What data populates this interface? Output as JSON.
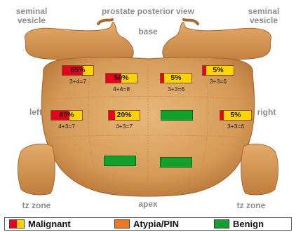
{
  "labels": {
    "title": "prostate posterior view",
    "seminal_left": "seminal\nvesicle",
    "seminal_right": "seminal\nvesicle",
    "base": "base",
    "left": "left",
    "right": "right",
    "apex": "apex",
    "tz_left": "tz zone",
    "tz_right": "tz zone"
  },
  "cores": [
    {
      "type": "malignant",
      "percent": 0.65,
      "percent_label": "65%",
      "gleason": "3+4=7"
    },
    {
      "type": "malignant",
      "percent": 0.5,
      "percent_label": "50%",
      "gleason": "4+4=8"
    },
    {
      "type": "malignant",
      "percent": 0.05,
      "percent_label": "5%",
      "gleason": "3+3=6"
    },
    {
      "type": "malignant",
      "percent": 0.05,
      "percent_label": "5%",
      "gleason": "3+3=6"
    },
    {
      "type": "malignant",
      "percent": 0.6,
      "percent_label": "60%",
      "gleason": "4+3=7"
    },
    {
      "type": "malignant",
      "percent": 0.2,
      "percent_label": "20%",
      "gleason": "4+3=7"
    },
    {
      "type": "benign"
    },
    {
      "type": "malignant",
      "percent": 0.05,
      "percent_label": "5%",
      "gleason": "3+3=6"
    },
    {
      "type": "benign"
    },
    {
      "type": "benign"
    }
  ],
  "legend": [
    {
      "label": "Malignant",
      "swatch": "malignant"
    },
    {
      "label": "Atypia/PIN",
      "swatch": "atypia"
    },
    {
      "label": "Benign",
      "swatch": "benign"
    }
  ],
  "colors": {
    "malignant": "#e8001c",
    "malignant_rest": "#ffd200",
    "atypia": "#f07820",
    "benign": "#12a02a",
    "gland": "#d9a062",
    "label_gray": "#8d8d8d"
  }
}
